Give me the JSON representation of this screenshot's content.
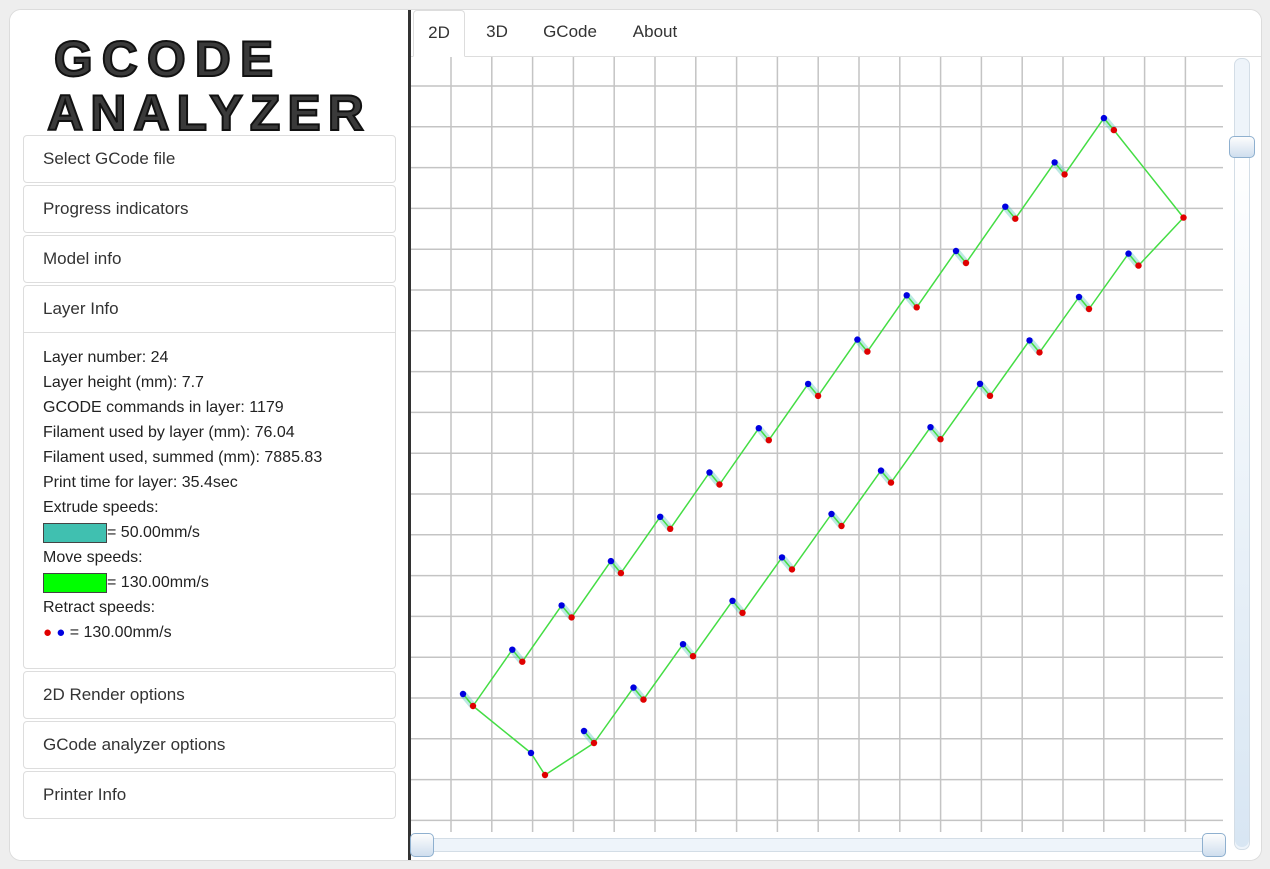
{
  "logo": {
    "line1": "GCODE",
    "line2": "ANALYZER"
  },
  "sidebar": {
    "select_file": "Select GCode file",
    "progress": "Progress indicators",
    "model_info": "Model info",
    "layer_info": {
      "title": "Layer Info",
      "layer_number": "Layer number: 24",
      "layer_height": "Layer height (mm): 7.7",
      "gcode_commands": "GCODE commands in layer: 1179",
      "filament_layer": "Filament used by layer (mm): 76.04",
      "filament_summed": "Filament used, summed (mm): 7885.83",
      "print_time": "Print time for layer: 35.4sec",
      "extrude_label": "Extrude speeds:",
      "extrude_value": "= 50.00mm/s",
      "move_label": "Move speeds:",
      "move_value": "= 130.00mm/s",
      "retract_label": "Retract speeds:",
      "retract_value": " = 130.00mm/s",
      "retract_dots": "●  ●"
    },
    "render_options": "2D Render options",
    "analyzer_options": "GCode analyzer options",
    "printer_info": "Printer Info"
  },
  "tabs": [
    "2D",
    "3D",
    "GCode",
    "About"
  ],
  "colors": {
    "extrude": "#40c0b0",
    "move": "#00ff00",
    "retract_red": "#e00000",
    "retract_blue": "#0000e0",
    "grid": "#c4c4c4",
    "path": "#44dd44"
  },
  "sliders": {
    "layer_position": 0.1,
    "range_start": 0.0,
    "range_end": 1.0
  }
}
